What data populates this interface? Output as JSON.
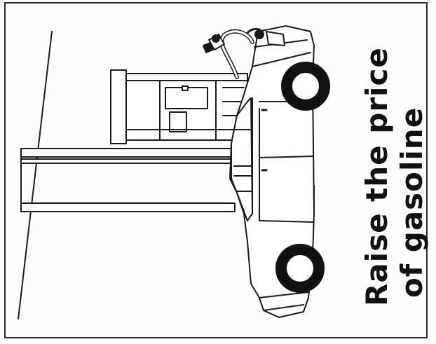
{
  "caption": {
    "line1": "Raise the price",
    "line2": "of gasoline"
  },
  "illustration": {
    "subject": "car-at-gas-pump",
    "stroke_color": "#1a1a1a",
    "fill_color": "#ffffff",
    "tire_color": "#111111"
  }
}
